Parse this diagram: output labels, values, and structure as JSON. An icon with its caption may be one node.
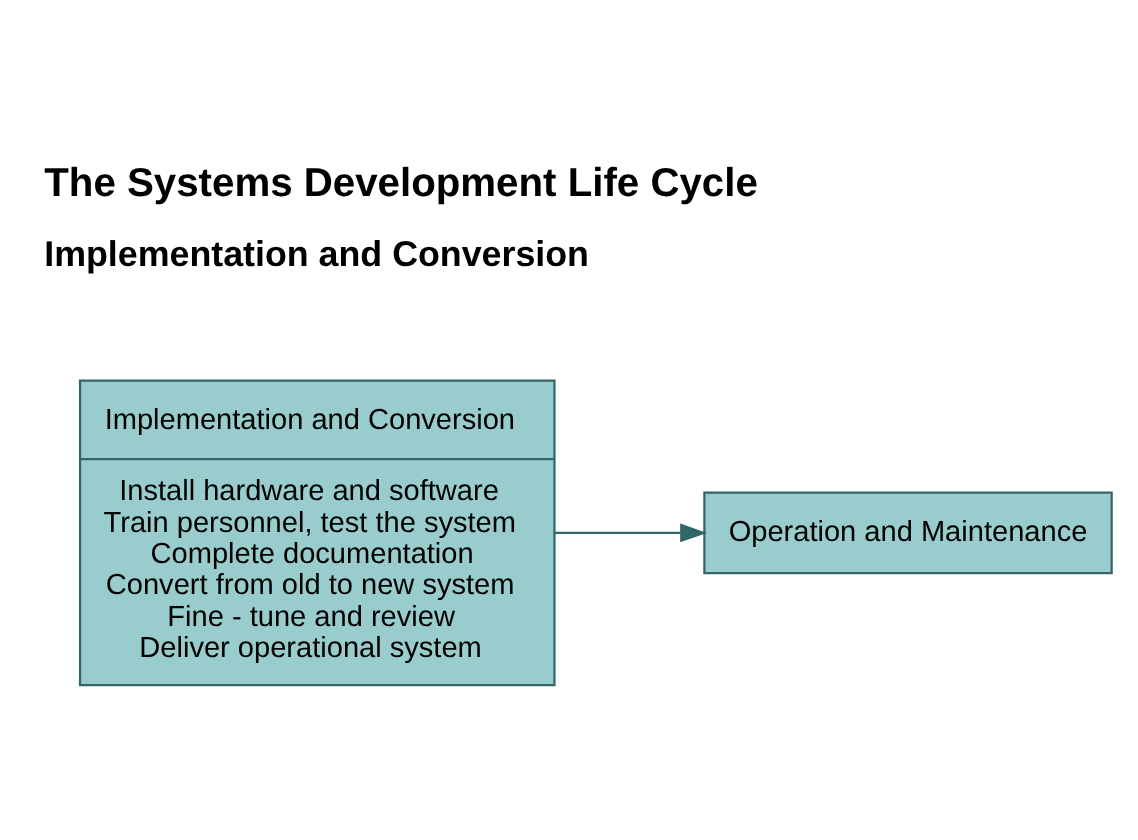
{
  "diagram": {
    "title": "The Systems Development Life Cycle",
    "nodes": [
      {
        "text": [
          "Implementation and Conversion",
          "Install hardware and software",
          "Train personnel, test the system",
          "Complete documentation",
          "Convert from old to new system",
          "Fine - tune and review",
          "Deliver operational system"
        ]
      },
      {
        "text": [
          "Operation and Maintenance"
        ]
      }
    ],
    "edges": [
      {
        "from": 0,
        "to": 1,
        "arrow": "to"
      }
    ],
    "labels": [
      "Implementation and Conversion"
    ]
  }
}
